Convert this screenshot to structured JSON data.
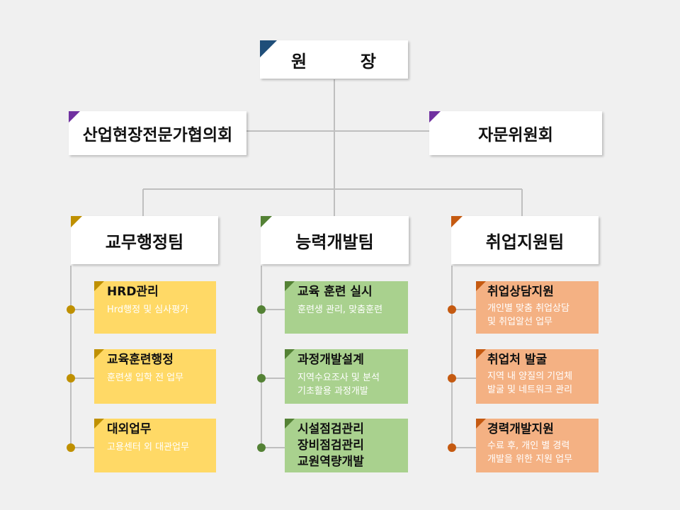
{
  "colors": {
    "line": "#bfbfbf",
    "chief_accent": "#1f4e79",
    "committee_accent": "#7030a0",
    "admin_accent": "#bf9000",
    "dev_accent": "#548235",
    "job_accent": "#c55a11",
    "admin_card": "#ffd966",
    "dev_card": "#a9d18e",
    "job_card": "#f4b183"
  },
  "chief": {
    "label": "원        장"
  },
  "committees": {
    "left": "산업현장전문가협의회",
    "right": "자문위원회"
  },
  "teams": [
    {
      "name": "교무행정팀",
      "cards": [
        {
          "title": "HRD관리",
          "desc": [
            "Hrd행정 및 심사평가"
          ]
        },
        {
          "title": "교육훈련행정",
          "desc": [
            "훈련생 입학 전 업무"
          ]
        },
        {
          "title": "대외업무",
          "desc": [
            "고용센터 외 대관업무"
          ]
        }
      ]
    },
    {
      "name": "능력개발팀",
      "cards": [
        {
          "title": "교육 훈련 실시",
          "desc": [
            "훈련생 관리, 맞춤훈련"
          ]
        },
        {
          "title": "과정개발설계",
          "desc": [
            "지역수요조사 및 분석",
            "기초활용 과정개발"
          ]
        },
        {
          "title": "시설점검관리\n장비점검관리\n교원역량개발",
          "desc": []
        }
      ]
    },
    {
      "name": "취업지원팀",
      "cards": [
        {
          "title": "취업상담지원",
          "desc": [
            "개인별 맞춤 취업상담",
            "및 취업알선 업무"
          ]
        },
        {
          "title": "취업처 발굴",
          "desc": [
            "지역 내 양질의 기업체",
            "발굴 및 네트워크 관리"
          ]
        },
        {
          "title": "경력개발지원",
          "desc": [
            "수료 후, 개인 별 경력",
            "개발을 위한 지원 업무"
          ]
        }
      ]
    }
  ]
}
